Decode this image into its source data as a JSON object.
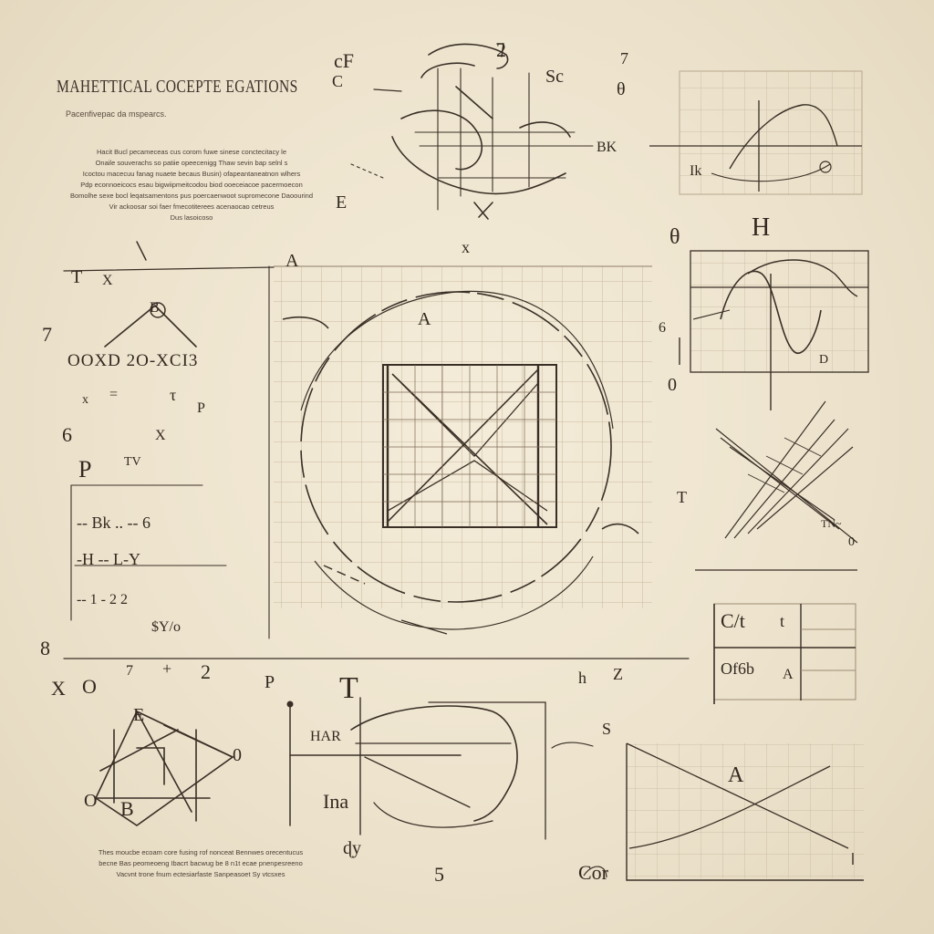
{
  "header": {
    "title": "MAHETTICAL COCEPTE EGATIONS",
    "subtitle": "Pacenfivepac da mspearcs."
  },
  "text_blocks": {
    "top": "Hacit Bucl pecameceas cus corom fuwe sinese conctecitacy le\nOnaile souverachs so patiie opeecenigg Thaw sevin bap selnl s\nIcoctou macecuu fanag nuaete becaus Busin) ofapeantaneatnon wlhers\nPdp econnoeicocs esau bigwiipmeitcodou biod ooeceiacoe pacermoecon\nBomolhe sexe bocl leqatsamentons pus poercaenwoot supromecone Daoourind\nVir ackoosar soi faer fmecotiterees acenaocao cetreus\nDus lasoicoso",
    "bottom": "Thes moucbe ecoam core fusing rof nonceat Bennwes orecentucus\nbecne Bas peomeoeng Ibacrt bacwug be 8 n1t ecae pnenpesreeno\nVacvnt trone fnum ectesiarfaste Sanpeasoet Sy vtcsxes"
  },
  "marks": {
    "cf": "cF",
    "c": "C",
    "two_top": "2",
    "seven_top": "7",
    "sc": "Sc",
    "theta_top": "θ",
    "e_left": "E",
    "a_top": "A",
    "x_top": "x",
    "x_mid": "X",
    "theta_right": "θ",
    "h_right": "H",
    "bk": "BK",
    "k_small": "Ik",
    "t_left": "T",
    "x_left": "X",
    "a_left": "A",
    "b_tri": "B",
    "seven_left": "7",
    "formula": "OOXD 2O-XCI3",
    "x_r1": "x",
    "eq_r1": "=",
    "tau_r1": "τ",
    "p_r1": "P",
    "six_left": "6",
    "x_r2": "X",
    "tv": "TV",
    "p_left": "P",
    "d_small": "D",
    "b_small": "B",
    "six_right": "6",
    "zero_right": "0",
    "t_right": "T",
    "tn": "TN~",
    "o_right": "0",
    "d_row": "D",
    "eight_left": "8",
    "two_bottom": "2",
    "seven_bottom": "7",
    "plus_bottom": "+",
    "h_bottom": "h",
    "z_bottom": "Z",
    "p_bottom": "P",
    "x_bottom_left": "X",
    "o_bottom_left": "O",
    "e_bottom": "E",
    "zero_bottom": "0",
    "b_bottom": "B",
    "o_bottom": "O",
    "a_bottom": "A",
    "s_bottom": "S",
    "tau_bottom": "T",
    "har": "HAR",
    "ina": "Ina",
    "five": "5",
    "dy": "ɖy",
    "a_mid": "A",
    "cor": "Cor"
  },
  "table_right": {
    "cell_top": "C/t",
    "cell_bottom": "Of6b",
    "cell_mark_top": "t",
    "cell_mark_bottom": "A"
  },
  "left_rows": {
    "row1": "-- Bk .. -- 6",
    "row2": "-H -- L-Y",
    "row3": "-- 1 - 2 2",
    "row4": "$Y/o"
  },
  "colors": {
    "paper": "#efe6d2",
    "ink": "#33281f",
    "grid": "#c7b9a2"
  }
}
